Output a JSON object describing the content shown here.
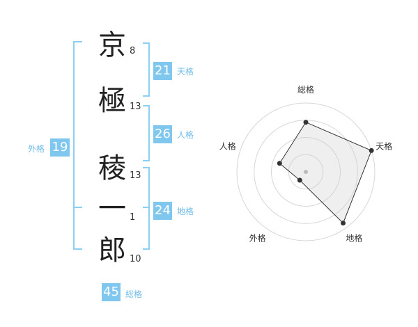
{
  "name_chars": [
    {
      "char": "京",
      "strokes": "8"
    },
    {
      "char": "極",
      "strokes": "13"
    },
    {
      "char": "稜",
      "strokes": "13"
    },
    {
      "char": "一",
      "strokes": "1"
    },
    {
      "char": "郎",
      "strokes": "10"
    }
  ],
  "kakusu": {
    "tenkaku": {
      "value": "21",
      "label": "天格"
    },
    "jinkaku": {
      "value": "26",
      "label": "人格"
    },
    "chikaku": {
      "value": "24",
      "label": "地格"
    },
    "gaikaku": {
      "value": "19",
      "label": "外格"
    },
    "soukaku": {
      "value": "45",
      "label": "総格"
    }
  },
  "colors": {
    "accent": "#7fc7ef",
    "bracket": "#8ccff2",
    "label": "#6fbce8"
  },
  "chart_data": {
    "type": "radar",
    "axes": [
      "総格",
      "天格",
      "地格",
      "外格",
      "人格"
    ],
    "values": [
      0.72,
      1.0,
      0.92,
      0.15,
      0.4
    ],
    "rings": 4,
    "range": [
      0,
      1
    ]
  }
}
